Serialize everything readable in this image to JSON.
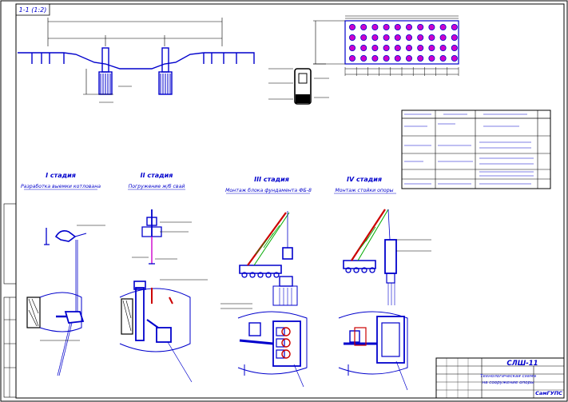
{
  "sheet": {
    "corner_title": "1-1 (1:2)",
    "stamp_code": "СЛШ-11",
    "stamp_title_line1": "Технологическая схема",
    "stamp_title_line2": "на сооружение опоры",
    "stamp_org": "СамГУПС"
  },
  "stages": [
    {
      "title": "I стадия",
      "subtitle": "Разработка выемки котлована"
    },
    {
      "title": "II стадия",
      "subtitle": "Погружение ж/б свай"
    },
    {
      "title": "III стадия",
      "subtitle": "Монтаж блока фундамента ФБ-8"
    },
    {
      "title": "IV стадия",
      "subtitle": "Монтаж стойки опоры"
    }
  ],
  "colors": {
    "linework": "#0000cc",
    "frame": "#000000",
    "crane": "#cc0000",
    "pile": "#cc00cc",
    "accent_green": "#00aa00"
  }
}
